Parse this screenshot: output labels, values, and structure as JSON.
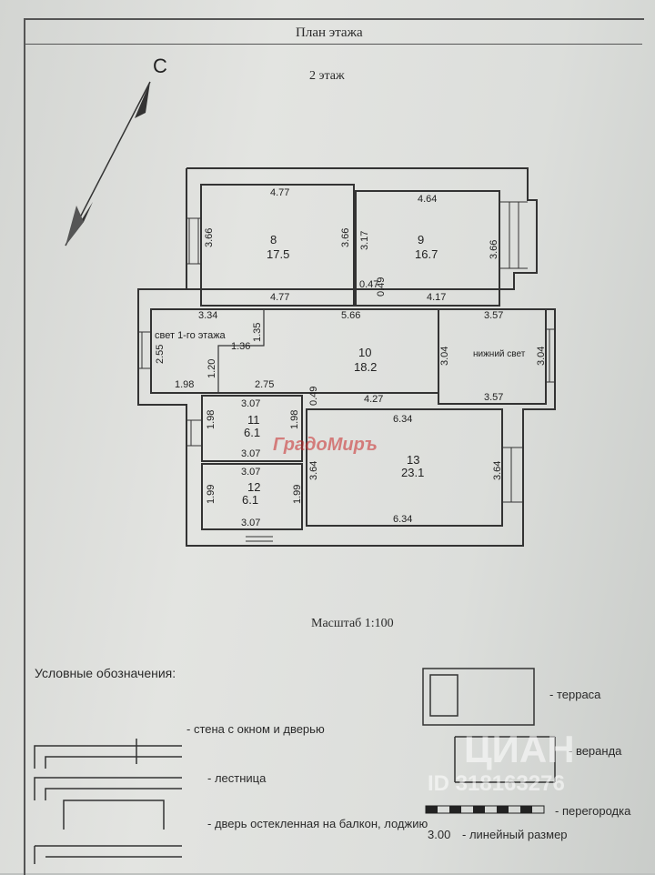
{
  "header": {
    "title": "План этажа",
    "floor": "2 этаж",
    "north": "С",
    "scale": "Масштаб 1:100"
  },
  "rooms": {
    "r8": {
      "num": "8",
      "area": "17.5",
      "top": "4.77",
      "bottom": "4.77",
      "left": "3.66",
      "right": "3.66"
    },
    "r9": {
      "num": "9",
      "area": "16.7",
      "top": "4.64",
      "bottom": "4.17",
      "left": "3.17",
      "right": "3.66",
      "d1": "0.47",
      "d2": "0.49"
    },
    "r10": {
      "num": "10",
      "area": "18.2",
      "top": "5.66",
      "left_top": "3.34",
      "note": "свет 1-го этажа",
      "a": "2.55",
      "b": "1.35",
      "c": "1.36",
      "d": "1.20",
      "e": "1.98",
      "f": "2.75",
      "g": "0.49",
      "h": "4.27"
    },
    "light": {
      "label": "нижний свет",
      "top": "3.57",
      "bottom": "3.57",
      "left": "3.04",
      "right": "3.04"
    },
    "r11": {
      "num": "11",
      "area": "6.1",
      "top": "3.07",
      "bottom": "3.07",
      "left": "1.98",
      "right": "1.98"
    },
    "r12": {
      "num": "12",
      "area": "6.1",
      "top": "3.07",
      "bottom": "3.07",
      "left": "1.99",
      "right": "1.99"
    },
    "r13": {
      "num": "13",
      "area": "23.1",
      "top": "6.34",
      "bottom": "6.34",
      "left": "3.64",
      "right": "3.64"
    }
  },
  "legend": {
    "heading": "Условные обозначения:",
    "wall": "- стена с окном и дверью",
    "stairs": "- лестница",
    "door": "- дверь остекленная на балкон, лоджию",
    "terrace": "- терраса",
    "veranda": "- веранда",
    "partition": "- перегородка",
    "dim_value": "3.00",
    "dim": "- линейный размер"
  },
  "watermarks": {
    "brand": "ГрадоМиръ",
    "cian": "ЦИАН",
    "id": "ID 318163276"
  }
}
